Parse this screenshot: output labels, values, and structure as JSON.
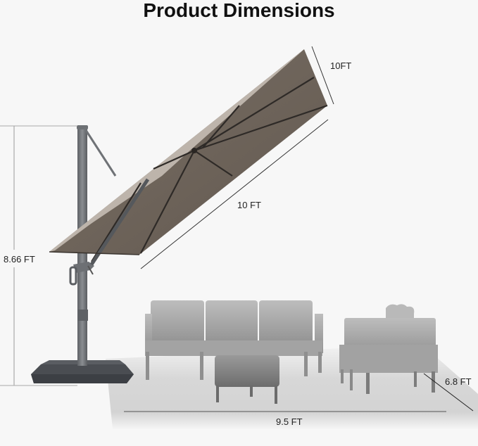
{
  "title": "Product Dimensions",
  "dimensions": {
    "canopy_depth": "10FT",
    "canopy_length": "10 FT",
    "height": "8.66 FT",
    "coverage_width": "9.5 FT",
    "coverage_depth": "6.8 FT"
  },
  "colors": {
    "background": "#f7f7f7",
    "canopy_top": "#bcb3aa",
    "canopy_underside": "#6f655c",
    "frame": "#2e2a27",
    "pole": "#777a7e",
    "base": "#4a4d52",
    "furniture": "#a9a9a9",
    "dimension_line": "#333333"
  }
}
